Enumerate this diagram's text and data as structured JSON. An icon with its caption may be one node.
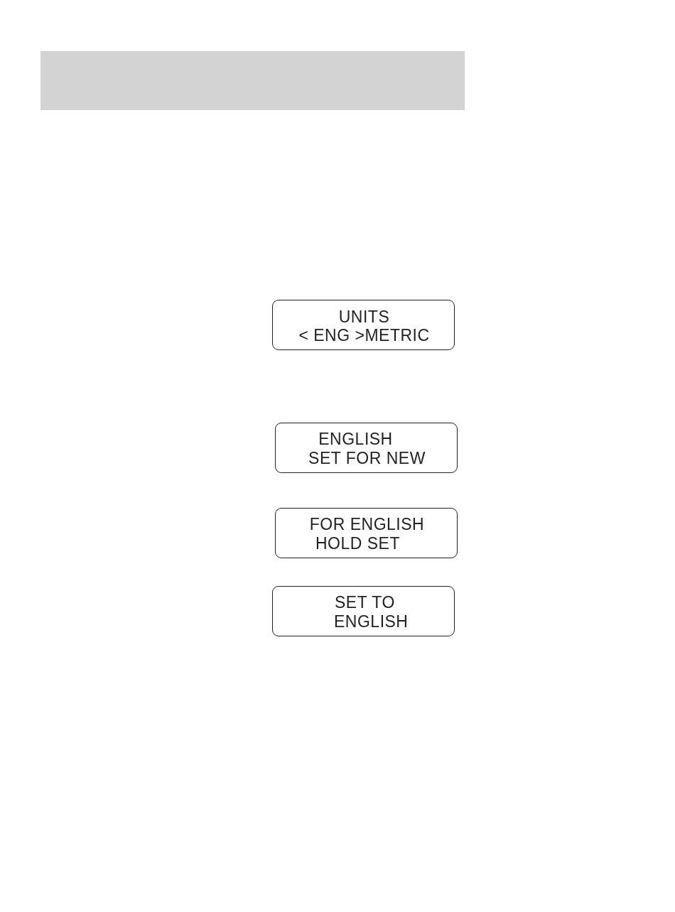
{
  "diagram": {
    "nodes": [
      {
        "text": [
          "UNITS",
          "< ENG >METRIC"
        ]
      },
      {
        "text": [
          "ENGLISH",
          "SET FOR NEW"
        ]
      },
      {
        "text": [
          "FOR ENGLISH",
          "HOLD SET"
        ]
      },
      {
        "text": [
          "SET TO",
          "ENGLISH"
        ]
      }
    ]
  }
}
